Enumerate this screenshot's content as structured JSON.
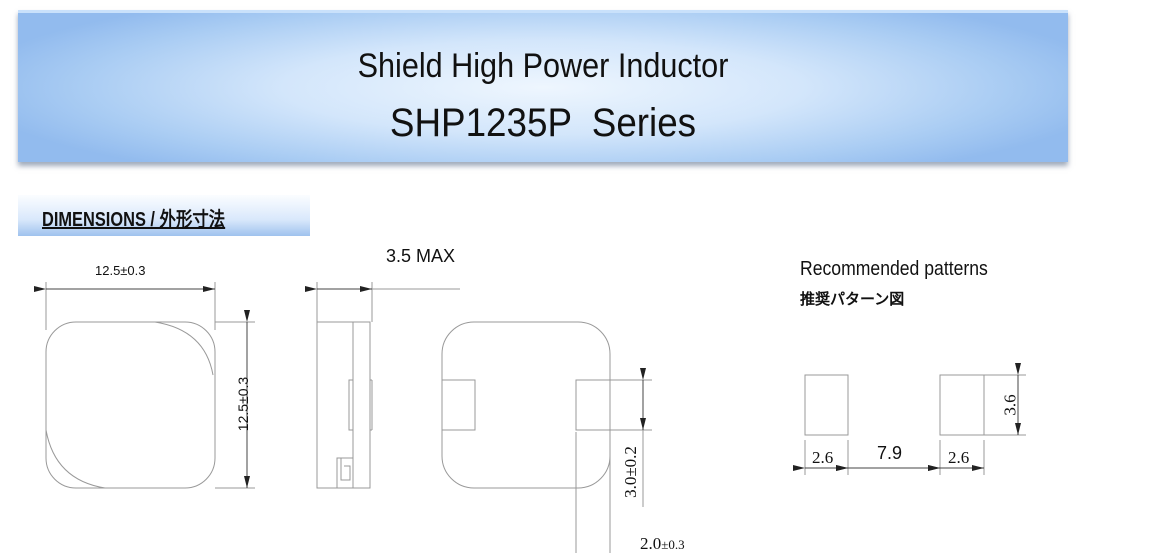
{
  "header": {
    "title": "Shield High Power Inductor",
    "series": "SHP1235P  Series"
  },
  "section": {
    "title": "DIMENSIONS / 外形寸法"
  },
  "dimensions": {
    "width": "12.5±0.3",
    "height": "12.5±0.3",
    "thickness": "3.5 MAX",
    "terminal_height": "3.0±0.2",
    "terminal_width_value": "2.0",
    "terminal_width_tol": "±0.3"
  },
  "recommended": {
    "title": "Recommended patterns",
    "subtitle": "推奨パターン図",
    "pad_height": "3.6",
    "pad_width_left": "2.6",
    "gap": "7.9",
    "pad_width_right": "2.6"
  }
}
